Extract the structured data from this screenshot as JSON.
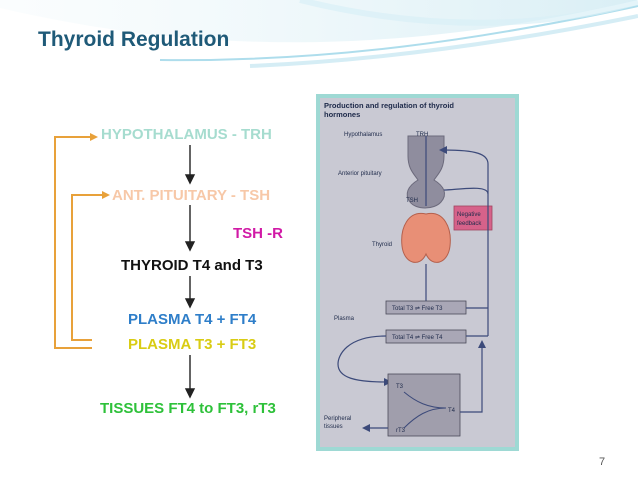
{
  "slide": {
    "title": "Thyroid Regulation",
    "page_number": "7"
  },
  "flow": {
    "hypothalamus": "HYPOTHALAMUS - TRH",
    "pituitary": "ANT. PITUITARY - TSH",
    "tsh_receptor": "TSH -R",
    "thyroid": "THYROID T4 and T3",
    "plasma_t4": "PLASMA T4 + FT4",
    "plasma_t3": "PLASMA T3 + FT3",
    "tissues": "TISSUES FT4 to FT3, rT3"
  },
  "figure": {
    "heading_1": "Production and regulation of thyroid",
    "heading_2": "hormones",
    "hypothalamus": "Hypothalamus",
    "trh": "TRH",
    "anterior_pituitary": "Anterior pituitary",
    "tsh": "TSH",
    "thyroid": "Thyroid",
    "negative_1": "Negative",
    "negative_2": "feedback",
    "plasma": "Plasma",
    "total_t3": "Total T3 ⇌ Free T3",
    "total_t4": "Total T4 ⇌ Free T4",
    "t3_top": "T3",
    "t4": "T4",
    "rt3": "rT3",
    "peripheral_1": "Peripheral",
    "peripheral_2": "tissues"
  },
  "colors": {
    "title": "#1f5a78",
    "hypothalamus": "#a6dccf",
    "pituitary": "#f7c8a8",
    "tsh_receptor": "#d11aa6",
    "thyroid": "#111111",
    "plasma_t4": "#2e7ec9",
    "plasma_t3": "#d9cc14",
    "tissues": "#2ec13a",
    "feedback_loop": "#e8a13a",
    "figure_border": "#9ed9d4",
    "negative_feedback": "#d6628a"
  }
}
